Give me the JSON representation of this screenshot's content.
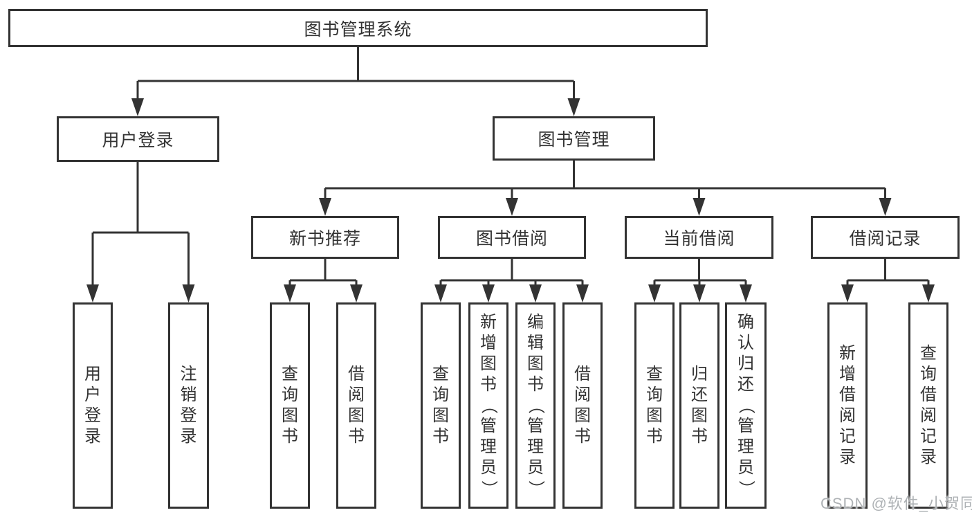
{
  "page": {
    "background": "#ffffff",
    "line_color": "#333333",
    "text_color": "#333333",
    "watermark_color": "#aeb2b5"
  },
  "diagram": {
    "root": {
      "label": "图书管理系统"
    },
    "branches": [
      {
        "label": "用户登录",
        "children": [
          {
            "label": "用户登录"
          },
          {
            "label": "注销登录"
          }
        ]
      },
      {
        "label": "图书管理",
        "children": [
          {
            "label": "新书推荐",
            "children": [
              {
                "label": "查询图书"
              },
              {
                "label": "借阅图书"
              }
            ]
          },
          {
            "label": "图书借阅",
            "children": [
              {
                "label": "查询图书"
              },
              {
                "label": "新增图书（管理员）"
              },
              {
                "label": "编辑图书（管理员）"
              },
              {
                "label": "借阅图书"
              }
            ]
          },
          {
            "label": "当前借阅",
            "children": [
              {
                "label": "查询图书"
              },
              {
                "label": "归还图书"
              },
              {
                "label": "确认归还（管理员）"
              }
            ]
          },
          {
            "label": "借阅记录",
            "children": [
              {
                "label": "新增借阅记录"
              },
              {
                "label": "查询借阅记录"
              }
            ]
          }
        ]
      }
    ]
  },
  "watermark": {
    "text": "CSDN @软件_小贺同学"
  }
}
